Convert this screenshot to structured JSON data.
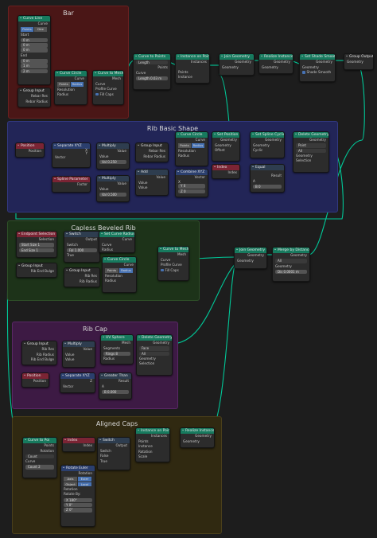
{
  "frames": {
    "bar": "Bar",
    "rib_basic_shape": "Rib Basic Shape",
    "capless_beveled_rib": "Capless Beveled Rib",
    "rib_cap": "Rib Cap",
    "aligned_caps": "Aligned Caps"
  },
  "colors": {
    "geometry_socket": "#00d6a3",
    "float_socket": "#a1a1a1",
    "vector_socket": "#6363c7",
    "bool_socket": "#cca6d6",
    "int_socket": "#598c5c"
  },
  "nodes": {
    "curve_line": {
      "title": "Curve Line",
      "out": "Curve",
      "seg": [
        "Points",
        "Dire"
      ],
      "start": "Start",
      "sx": "0 m",
      "sy": "0 m",
      "sz": "0 m",
      "end": "End",
      "ex": "0 m",
      "ey": "1 m",
      "ez": "2 m"
    },
    "group_input_bar": {
      "title": "Group Input",
      "s1": "Rebar Res",
      "s2": "Rebar Radius"
    },
    "curve_circle_bar": {
      "title": "Curve Circle",
      "out": "Curve",
      "seg": [
        "Points",
        "Radius"
      ],
      "in1": "Resolution",
      "in2": "Radius"
    },
    "curve_to_mesh_bar": {
      "title": "Curve to Mesh",
      "out": "Mesh",
      "in1": "Curve",
      "in2": "Profile Curve",
      "fill": "Fill Caps"
    },
    "curve_to_points": {
      "title": "Curve to Points",
      "mode": "Length",
      "out1": "Points",
      "in1": "Curve",
      "len": "Length  0.03 m"
    },
    "inst_on_points": {
      "title": "Instance on Points",
      "out": "Instances",
      "in1": "Points",
      "in2": "Instance"
    },
    "join_geo_1": {
      "title": "Join Geometry",
      "out": "Geometry",
      "in1": "Geometry"
    },
    "realize_1": {
      "title": "Realize Instances",
      "out": "Geometry",
      "in1": "Geometry"
    },
    "set_shade": {
      "title": "Set Shade Smooth",
      "out": "Geometry",
      "in1": "Geometry",
      "chk": "Shade Smooth"
    },
    "group_output": {
      "title": "Group Output",
      "in1": "Geometry"
    },
    "position_1": {
      "title": "Position",
      "out": "Position"
    },
    "sep_xyz_1": {
      "title": "Separate XYZ",
      "x": "X",
      "y": "Y",
      "z": "Z",
      "in": "Vector"
    },
    "mult_1": {
      "title": "Multiply",
      "out": "Value",
      "in": "Value",
      "val": "Val  0.250"
    },
    "mult_2": {
      "title": "Multiply",
      "out": "Value",
      "in": "Value",
      "val": "Val  0.500"
    },
    "spline_param": {
      "title": "Spline Parameter",
      "out": "Factor"
    },
    "group_input_rib": {
      "title": "Group Input",
      "s1": "Rebar Res",
      "s2": "Rebar Radius"
    },
    "add_1": {
      "title": "Add",
      "out": "Value",
      "in1": "Value",
      "in2": "Value"
    },
    "curve_circle_rib": {
      "title": "Curve Circle",
      "out": "Curve",
      "seg": [
        "Points",
        "Radius"
      ],
      "in1": "Resolution",
      "in2": "Radius"
    },
    "combine_xyz": {
      "title": "Combine XYZ",
      "out": "Vector",
      "x": "X",
      "y": "Y  0",
      "z": "Z  0"
    },
    "set_position": {
      "title": "Set Position",
      "out": "Geometry",
      "in1": "Geometry",
      "in2": "Offset"
    },
    "index_1": {
      "title": "Index",
      "out": "Index"
    },
    "set_spline_cyclic": {
      "title": "Set Spline Cyclic",
      "out": "Geometry",
      "in1": "Geometry",
      "in2": "Cyclic"
    },
    "equal": {
      "title": "Equal",
      "out": "Result",
      "in1": "A",
      "in2": "B  0"
    },
    "delete_geo_1": {
      "title": "Delete Geometry",
      "out": "Geometry",
      "d1": "Point",
      "d2": "All",
      "in1": "Geometry",
      "in2": "Selection"
    },
    "endpoint_sel": {
      "title": "Endpoint Selection",
      "out": "Selection",
      "start": "Start Size  1",
      "end": "End Size  1"
    },
    "switch_1": {
      "title": "Switch",
      "out": "Output",
      "in1": "Switch",
      "val": "Fal  1.000",
      "t": "True"
    },
    "set_curve_radius": {
      "title": "Set Curve Radius",
      "out": "Curve",
      "in1": "Curve",
      "in2": "Radius"
    },
    "group_input_cap": {
      "title": "Group Input",
      "s1": "Rib End Bulge"
    },
    "group_input_cap2": {
      "title": "Group Input",
      "s1": "Rib Res",
      "s2": "Rib Radius"
    },
    "curve_circle_cap": {
      "title": "Curve Circle",
      "out": "Curve",
      "seg": [
        "Points",
        "Radius"
      ],
      "in1": "Resolution",
      "in2": "Radius"
    },
    "curve_to_mesh_2": {
      "title": "Curve to Mesh",
      "out": "Mesh",
      "in1": "Curve",
      "in2": "Profile Curve",
      "fill": "Fill Caps"
    },
    "join_geo_2": {
      "title": "Join Geometry",
      "out": "Geometry",
      "in1": "Geometry"
    },
    "merge_by_dist": {
      "title": "Merge by Distance",
      "out": "Geometry",
      "in1": "Geometry",
      "d1": "All",
      "dist": "Dis  0.0001 m"
    },
    "group_input_ribcap": {
      "title": "Group Input",
      "s1": "Rib Res",
      "s2": "Rib Radius",
      "s3": "Rib End Bulge"
    },
    "mult_3": {
      "title": "Multiply",
      "out": "Value",
      "in1": "Value",
      "in2": "Value"
    },
    "uv_sphere": {
      "title": "UV Sphere",
      "out": "Mesh",
      "in1": "Segments",
      "rings": "Rings  8",
      "in2": "Radius"
    },
    "delete_geo_2": {
      "title": "Delete Geometry",
      "out": "Geometry",
      "d1": "Face",
      "d2": "All",
      "in1": "Geometry",
      "in2": "Selection"
    },
    "position_2": {
      "title": "Position",
      "out": "Position"
    },
    "sep_xyz_2": {
      "title": "Separate XYZ",
      "z": "Z",
      "in": "Vector"
    },
    "greater_than": {
      "title": "Greater Than",
      "out": "Result",
      "in1": "A",
      "val": "B  0.000"
    },
    "curve_to_pts_2": {
      "title": "Curve to Poi",
      "out1": "Points",
      "out2": "Rotation",
      "mode": "Count",
      "in1": "Curve",
      "count": "Count  2"
    },
    "index_2": {
      "title": "Index",
      "out": "Index"
    },
    "switch_2": {
      "title": "Switch",
      "out": "Output",
      "in1": "Switch",
      "in2": "False",
      "in3": "True"
    },
    "rotate_euler": {
      "title": "Rotate Euler",
      "out": "Rotation",
      "seg1": [
        "Axis",
        "Euler"
      ],
      "seg2": [
        "Object",
        "Local"
      ],
      "in1": "Rotation",
      "rb": "Rotate By:",
      "x": "X  180°",
      "y": "Y  0°",
      "z": "Z  0°"
    },
    "inst_on_points_2": {
      "title": "Instance on Points",
      "out": "Instances",
      "in1": "Points",
      "in2": "Instance",
      "in3": "Rotation",
      "in4": "Scale"
    },
    "realize_2": {
      "title": "Realize Instances",
      "out": "Geometry",
      "in1": "Geometry"
    }
  }
}
